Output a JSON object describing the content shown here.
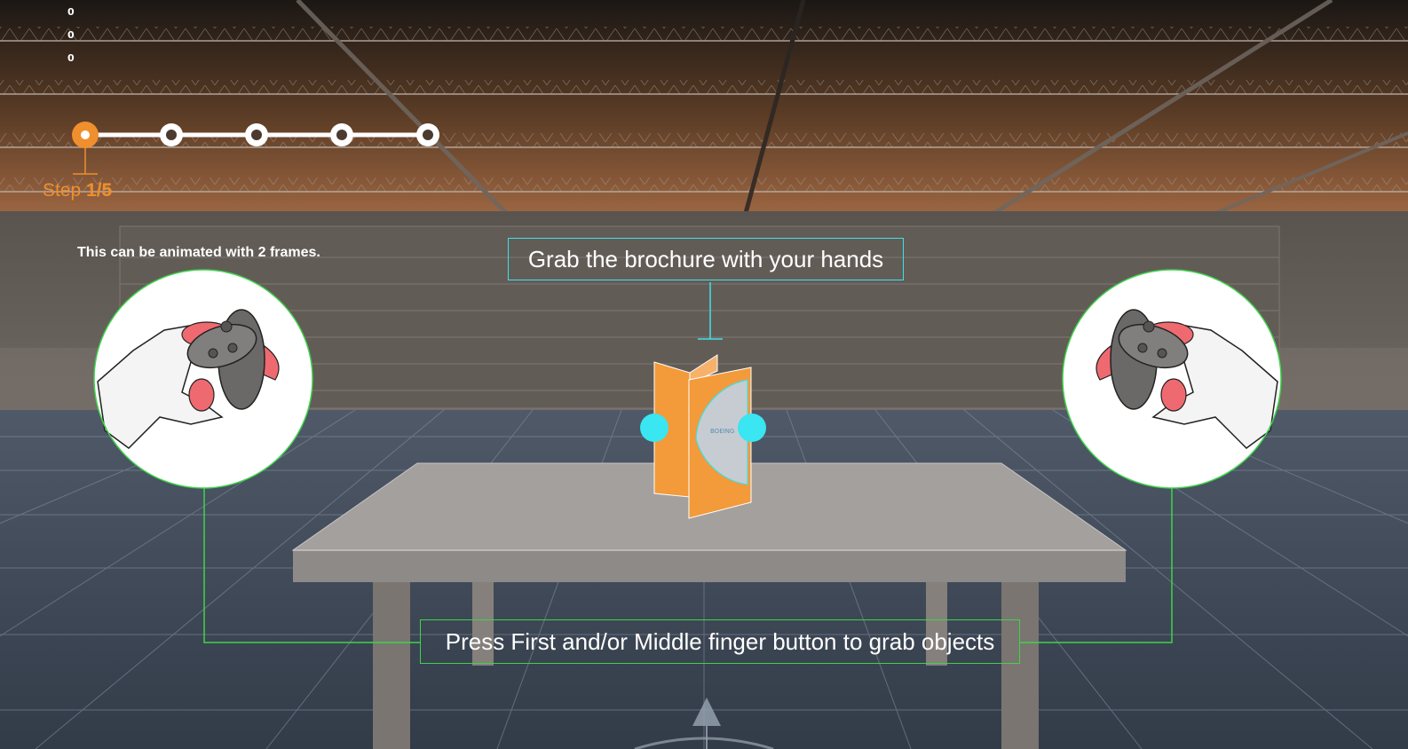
{
  "hud": {
    "counters": [
      "0",
      "0",
      "0"
    ],
    "step_word": "Step",
    "step_value": "1/5",
    "steps_total": 5,
    "current_step": 1,
    "note": "This can be animated with 2 frames."
  },
  "callouts": {
    "top_instruction": "Grab the brochure with your hands",
    "bottom_instruction": "Press First and/or Middle finger button to grab objects"
  },
  "colors": {
    "accent_orange": "#f08f2d",
    "cyan_highlight": "#3fe0e8",
    "green_callout": "#3ed44b",
    "table_gray": "#9a9896",
    "floor_blue": "#3a4556"
  },
  "icons": [
    "left-hand-controller-icon",
    "right-hand-controller-icon",
    "grab-point-icon",
    "brochure-icon",
    "direction-arrow-icon"
  ]
}
